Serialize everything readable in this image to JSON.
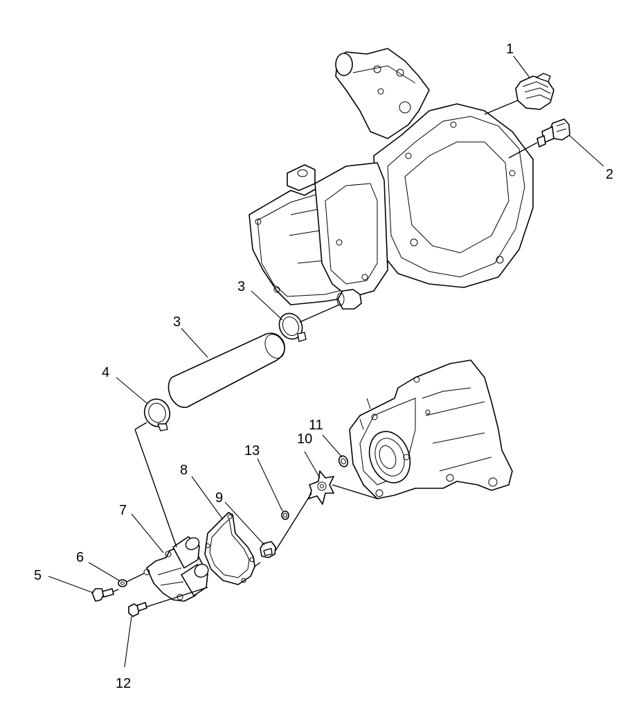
{
  "callouts": [
    {
      "id": "1",
      "text": "1"
    },
    {
      "id": "2",
      "text": "2"
    },
    {
      "id": "3a",
      "text": "3"
    },
    {
      "id": "3b",
      "text": "3"
    },
    {
      "id": "4",
      "text": "4"
    },
    {
      "id": "5",
      "text": "5"
    },
    {
      "id": "6",
      "text": "6"
    },
    {
      "id": "7",
      "text": "7"
    },
    {
      "id": "8",
      "text": "8"
    },
    {
      "id": "9",
      "text": "9"
    },
    {
      "id": "10",
      "text": "10"
    },
    {
      "id": "11",
      "text": "11"
    },
    {
      "id": "12",
      "text": "12"
    },
    {
      "id": "13",
      "text": "13"
    }
  ]
}
